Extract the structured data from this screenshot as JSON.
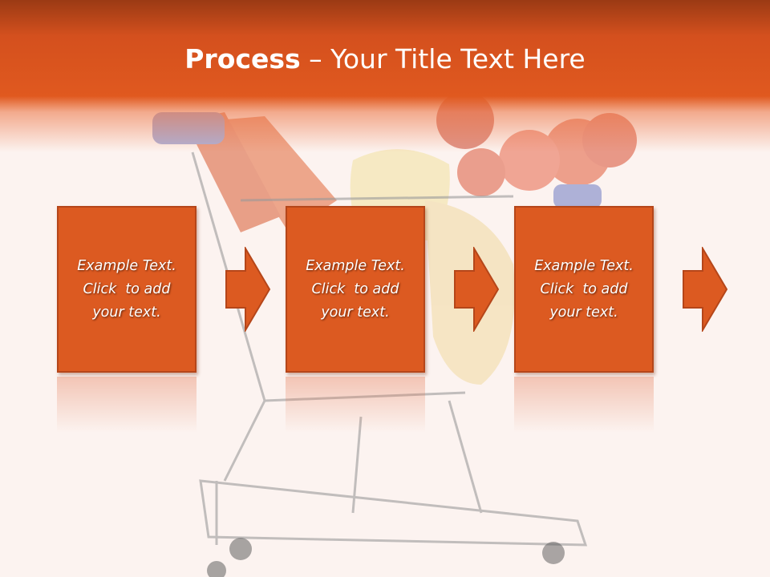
{
  "slide": {
    "title_bold": "Process",
    "title_rest": " – Your Title Text Here",
    "steps": [
      {
        "line1": "Example Text.",
        "line2": "Click  to add",
        "line3": "your text."
      },
      {
        "line1": "Example Text.",
        "line2": "Click  to add",
        "line3": "your text."
      },
      {
        "line1": "Example Text.",
        "line2": "Click  to add",
        "line3": "your text."
      }
    ]
  },
  "colors": {
    "accent": "#dc5a21",
    "title_band": "#d4501e",
    "background": "#fcf3f0"
  }
}
